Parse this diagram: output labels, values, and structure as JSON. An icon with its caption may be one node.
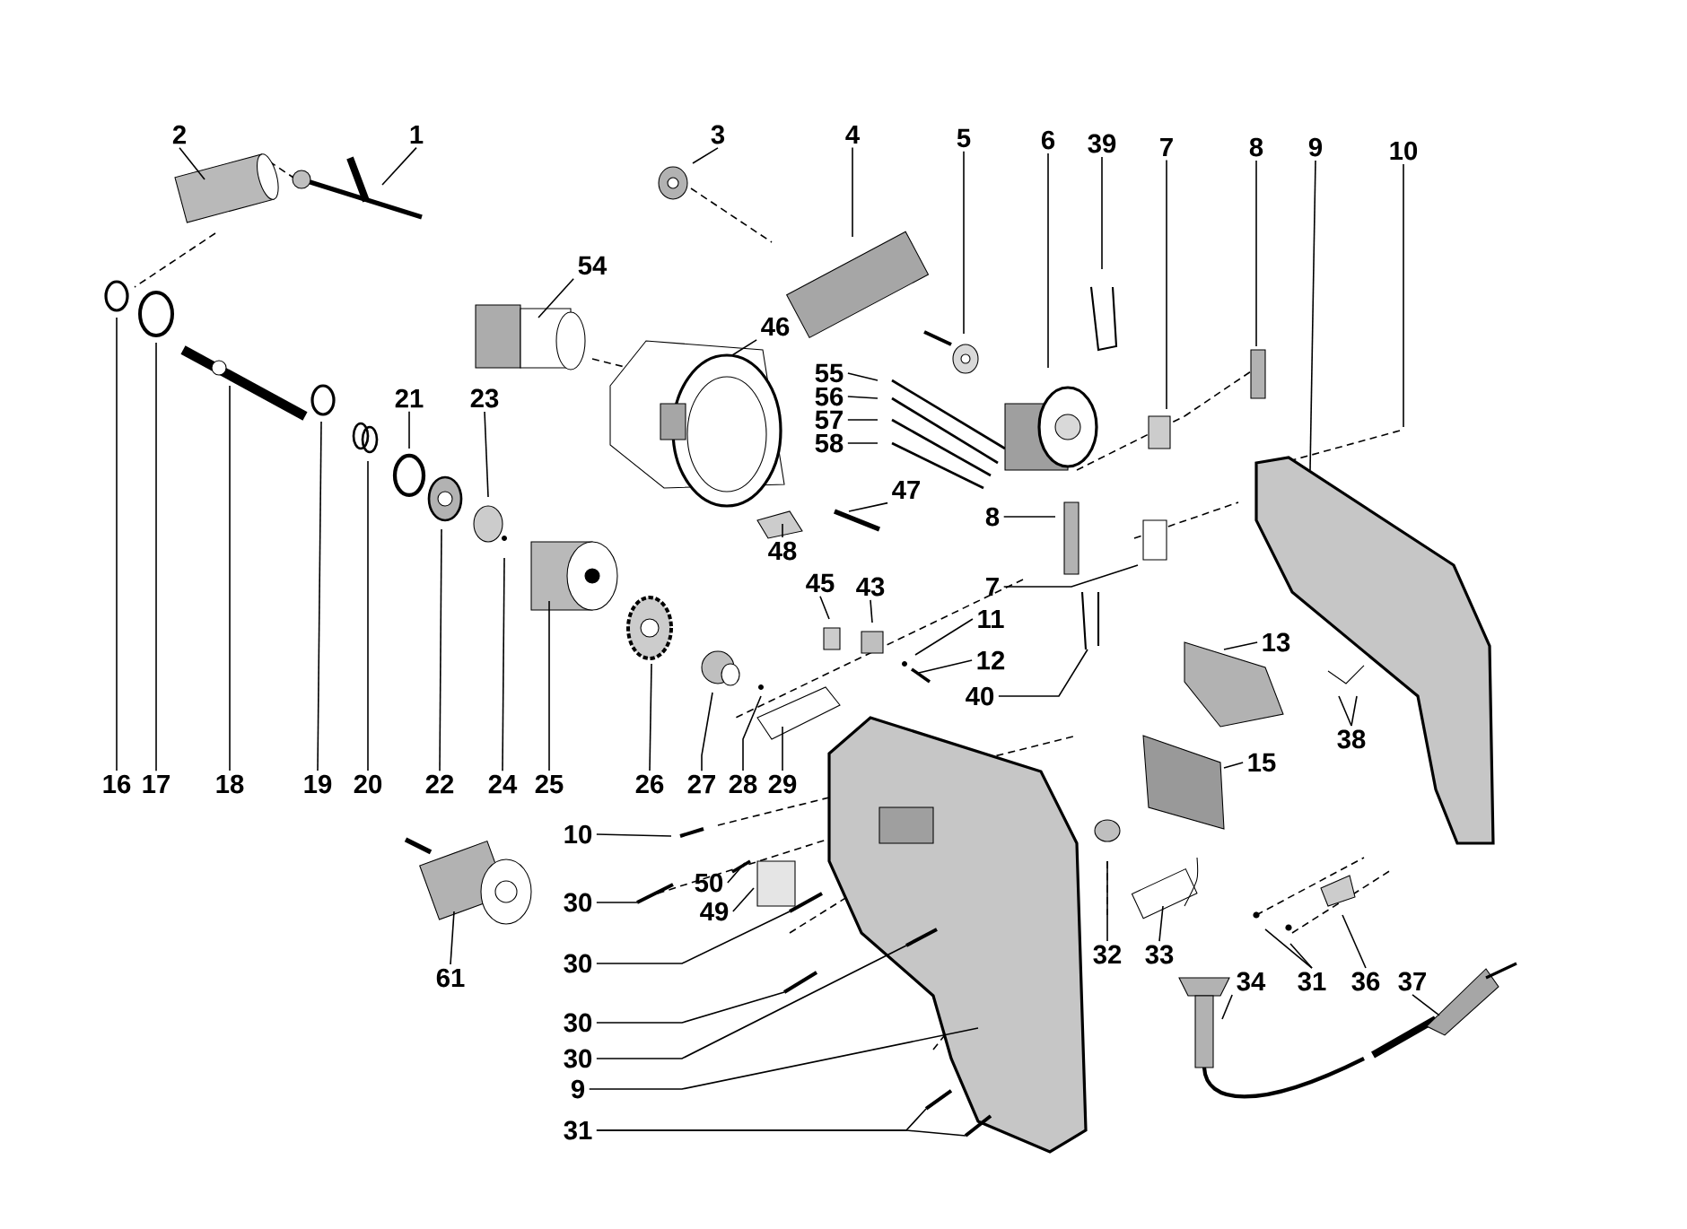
{
  "diagram": {
    "nodes": [
      {
        "text": [
          "2"
        ]
      },
      {
        "text": [
          "1"
        ]
      },
      {
        "text": [
          "3"
        ]
      },
      {
        "text": [
          "4"
        ]
      },
      {
        "text": [
          "5"
        ]
      },
      {
        "text": [
          "6"
        ]
      },
      {
        "text": [
          "39"
        ]
      },
      {
        "text": [
          "7"
        ]
      },
      {
        "text": [
          "8"
        ]
      },
      {
        "text": [
          "9"
        ]
      },
      {
        "text": [
          "10"
        ]
      },
      {
        "text": [
          "54"
        ]
      },
      {
        "text": [
          "46"
        ]
      },
      {
        "text": [
          "55"
        ]
      },
      {
        "text": [
          "56"
        ]
      },
      {
        "text": [
          "57"
        ]
      },
      {
        "text": [
          "58"
        ]
      },
      {
        "text": [
          "21"
        ]
      },
      {
        "text": [
          "23"
        ]
      },
      {
        "text": [
          "47"
        ]
      },
      {
        "text": [
          "48"
        ]
      },
      {
        "text": [
          "8"
        ]
      },
      {
        "text": [
          "45"
        ]
      },
      {
        "text": [
          "43"
        ]
      },
      {
        "text": [
          "7"
        ]
      },
      {
        "text": [
          "11"
        ]
      },
      {
        "text": [
          "12"
        ]
      },
      {
        "text": [
          "40"
        ]
      },
      {
        "text": [
          "13"
        ]
      },
      {
        "text": [
          "38"
        ]
      },
      {
        "text": [
          "16"
        ]
      },
      {
        "text": [
          "17"
        ]
      },
      {
        "text": [
          "18"
        ]
      },
      {
        "text": [
          "19"
        ]
      },
      {
        "text": [
          "20"
        ]
      },
      {
        "text": [
          "22"
        ]
      },
      {
        "text": [
          "24"
        ]
      },
      {
        "text": [
          "25"
        ]
      },
      {
        "text": [
          "26"
        ]
      },
      {
        "text": [
          "27"
        ]
      },
      {
        "text": [
          "28"
        ]
      },
      {
        "text": [
          "29"
        ]
      },
      {
        "text": [
          "15"
        ]
      },
      {
        "text": [
          "10"
        ]
      },
      {
        "text": [
          "30"
        ]
      },
      {
        "text": [
          "50"
        ]
      },
      {
        "text": [
          "49"
        ]
      },
      {
        "text": [
          "61"
        ]
      },
      {
        "text": [
          "30"
        ]
      },
      {
        "text": [
          "32"
        ]
      },
      {
        "text": [
          "33"
        ]
      },
      {
        "text": [
          "34"
        ]
      },
      {
        "text": [
          "31"
        ]
      },
      {
        "text": [
          "36"
        ]
      },
      {
        "text": [
          "37"
        ]
      },
      {
        "text": [
          "30"
        ]
      },
      {
        "text": [
          "30"
        ]
      },
      {
        "text": [
          "9"
        ]
      },
      {
        "text": [
          "31"
        ]
      }
    ],
    "edges": [
      {
        "from": 0,
        "to": null,
        "arrow": "none"
      },
      {
        "from": 1,
        "to": null,
        "arrow": "none"
      },
      {
        "from": 2,
        "to": null,
        "arrow": "none"
      },
      {
        "from": 3,
        "to": null,
        "arrow": "none"
      },
      {
        "from": 4,
        "to": null,
        "arrow": "none"
      },
      {
        "from": 5,
        "to": null,
        "arrow": "none"
      },
      {
        "from": 6,
        "to": null,
        "arrow": "none"
      },
      {
        "from": 7,
        "to": null,
        "arrow": "none"
      },
      {
        "from": 8,
        "to": null,
        "arrow": "none"
      },
      {
        "from": 9,
        "to": null,
        "arrow": "none"
      },
      {
        "from": 10,
        "to": null,
        "arrow": "none"
      },
      {
        "from": 11,
        "to": null,
        "arrow": "none"
      },
      {
        "from": 12,
        "to": null,
        "arrow": "none"
      },
      {
        "from": 13,
        "to": null,
        "arrow": "none"
      },
      {
        "from": 14,
        "to": null,
        "arrow": "none"
      },
      {
        "from": 15,
        "to": null,
        "arrow": "none"
      },
      {
        "from": 16,
        "to": null,
        "arrow": "none"
      },
      {
        "from": 17,
        "to": null,
        "arrow": "none"
      },
      {
        "from": 18,
        "to": null,
        "arrow": "none"
      },
      {
        "from": 19,
        "to": null,
        "arrow": "none"
      },
      {
        "from": 20,
        "to": null,
        "arrow": "none"
      },
      {
        "from": 21,
        "to": null,
        "arrow": "none"
      },
      {
        "from": 22,
        "to": null,
        "arrow": "none"
      },
      {
        "from": 23,
        "to": null,
        "arrow": "none"
      },
      {
        "from": 24,
        "to": null,
        "arrow": "none"
      },
      {
        "from": 25,
        "to": null,
        "arrow": "none"
      },
      {
        "from": 26,
        "to": null,
        "arrow": "none"
      },
      {
        "from": 27,
        "to": null,
        "arrow": "none"
      },
      {
        "from": 28,
        "to": null,
        "arrow": "none"
      },
      {
        "from": 29,
        "to": null,
        "arrow": "none"
      },
      {
        "from": 29,
        "to": null,
        "arrow": "none"
      },
      {
        "from": 30,
        "to": null,
        "arrow": "none"
      },
      {
        "from": 31,
        "to": null,
        "arrow": "none"
      },
      {
        "from": 32,
        "to": null,
        "arrow": "none"
      },
      {
        "from": 33,
        "to": null,
        "arrow": "none"
      },
      {
        "from": 34,
        "to": null,
        "arrow": "none"
      },
      {
        "from": 35,
        "to": null,
        "arrow": "none"
      },
      {
        "from": 36,
        "to": null,
        "arrow": "none"
      },
      {
        "from": 37,
        "to": null,
        "arrow": "none"
      },
      {
        "from": 38,
        "to": null,
        "arrow": "none"
      },
      {
        "from": 39,
        "to": null,
        "arrow": "none"
      },
      {
        "from": 40,
        "to": null,
        "arrow": "none"
      },
      {
        "from": 41,
        "to": null,
        "arrow": "none"
      },
      {
        "from": 42,
        "to": null,
        "arrow": "none"
      },
      {
        "from": 43,
        "to": null,
        "arrow": "none"
      },
      {
        "from": 44,
        "to": null,
        "arrow": "none"
      },
      {
        "from": 45,
        "to": null,
        "arrow": "none"
      },
      {
        "from": 46,
        "to": null,
        "arrow": "none"
      },
      {
        "from": 47,
        "to": null,
        "arrow": "none"
      },
      {
        "from": 48,
        "to": null,
        "arrow": "none"
      },
      {
        "from": 49,
        "to": null,
        "arrow": "none"
      },
      {
        "from": 50,
        "to": null,
        "arrow": "none"
      },
      {
        "from": 51,
        "to": null,
        "arrow": "none"
      },
      {
        "from": 52,
        "to": null,
        "arrow": "none"
      },
      {
        "from": 52,
        "to": null,
        "arrow": "none"
      },
      {
        "from": 53,
        "to": null,
        "arrow": "none"
      },
      {
        "from": 54,
        "to": null,
        "arrow": "none"
      },
      {
        "from": 55,
        "to": null,
        "arrow": "none"
      },
      {
        "from": 56,
        "to": null,
        "arrow": "none"
      },
      {
        "from": 57,
        "to": null,
        "arrow": "none"
      },
      {
        "from": 58,
        "to": null,
        "arrow": "none"
      },
      {
        "from": 58,
        "to": null,
        "arrow": "none"
      }
    ]
  }
}
